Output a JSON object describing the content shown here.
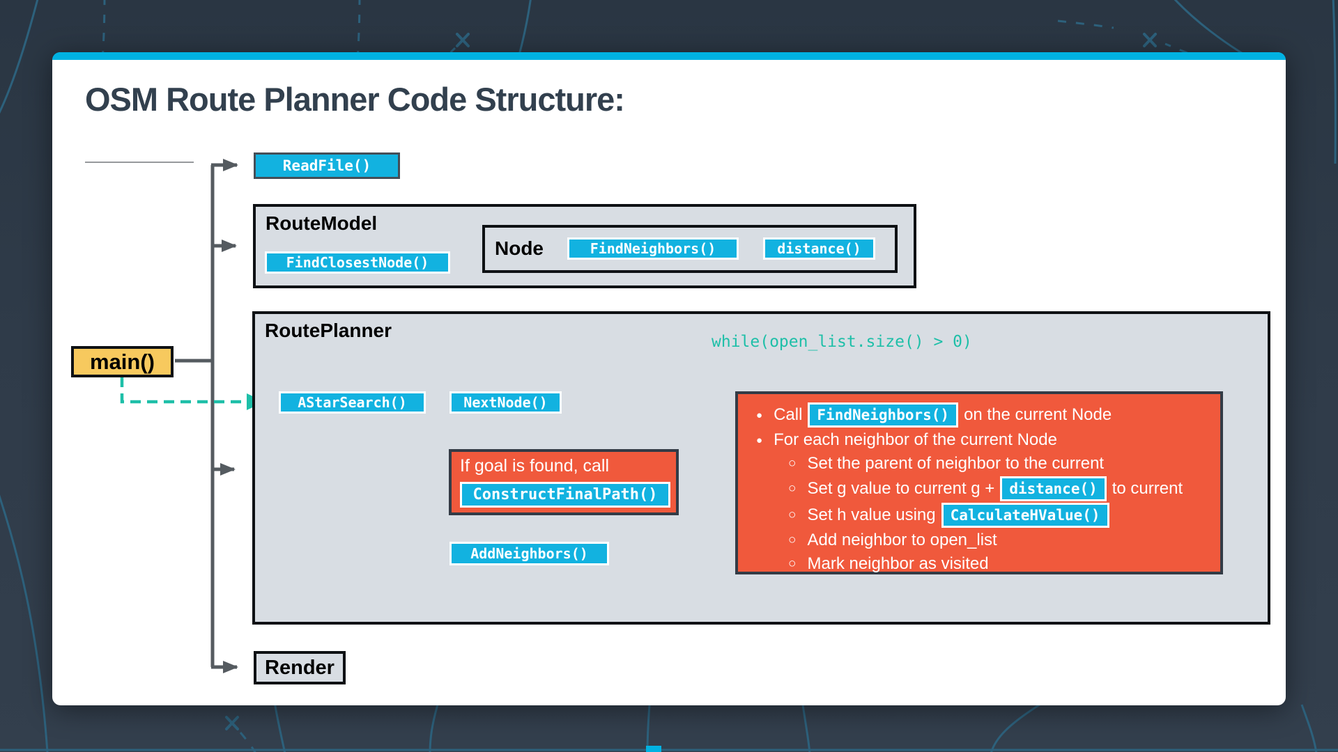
{
  "title": "OSM Route Planner Code Structure:",
  "main_box": {
    "label": "main()"
  },
  "read_file": {
    "label": "ReadFile()"
  },
  "route_model": {
    "label": "RouteModel",
    "find_closest_node": "FindClosestNode()",
    "node": {
      "label": "Node",
      "find_neighbors": "FindNeighbors()",
      "distance": "distance()"
    }
  },
  "route_planner": {
    "label": "RoutePlanner",
    "while_condition": "while(open_list.size() > 0)",
    "astar_search": "AStarSearch()",
    "next_node": "NextNode()",
    "if_goal": {
      "text": "If goal is found, call",
      "construct_final_path": "ConstructFinalPath()"
    },
    "add_neighbors": "AddNeighbors()",
    "details": {
      "items": [
        {
          "level": "1",
          "pre": "Call",
          "chip": "FindNeighbors()",
          "post": "on the current Node"
        },
        {
          "level": "1",
          "text": "For each neighbor of the current Node"
        },
        {
          "level": "2",
          "text": "Set the parent of neighbor to the current"
        },
        {
          "level": "2",
          "pre": "Set g value to current g +",
          "chip": "distance()",
          "post": "to current"
        },
        {
          "level": "2",
          "pre": "Set h value using",
          "chip": "CalculateHValue()",
          "post": ""
        },
        {
          "level": "2",
          "text": "Add neighbor to open_list"
        },
        {
          "level": "2",
          "text": "Mark neighbor as visited"
        }
      ]
    }
  },
  "render_box": {
    "label": "Render"
  },
  "colors": {
    "accent_cyan": "#12b2e0",
    "top_bar_cyan": "#00b2e2",
    "accent_orange": "#f0593c",
    "accent_teal": "#1ebfa8",
    "accent_yellow": "#f7c95e",
    "box_gray": "#d8dde3",
    "background_slate": "#2f3b49"
  }
}
